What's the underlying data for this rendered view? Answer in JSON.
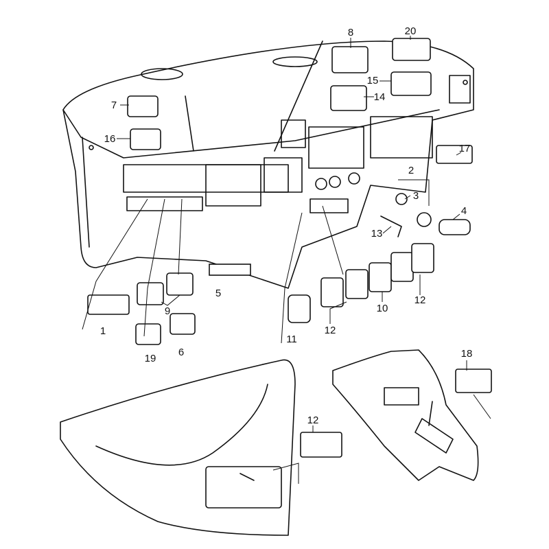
{
  "diagram": {
    "callouts": {
      "c20": "20",
      "c8": "8",
      "c15": "15",
      "c14": "14",
      "c7": "7",
      "c16": "16",
      "c17": "17",
      "c2": "2",
      "c3": "3",
      "c4": "4",
      "c13": "13",
      "c5": "5",
      "c1": "1",
      "c9": "9",
      "c19": "19",
      "c6": "6",
      "c11": "11",
      "c12a": "12",
      "c10": "10",
      "c12b": "12",
      "c18": "18",
      "c12c": "12"
    }
  }
}
